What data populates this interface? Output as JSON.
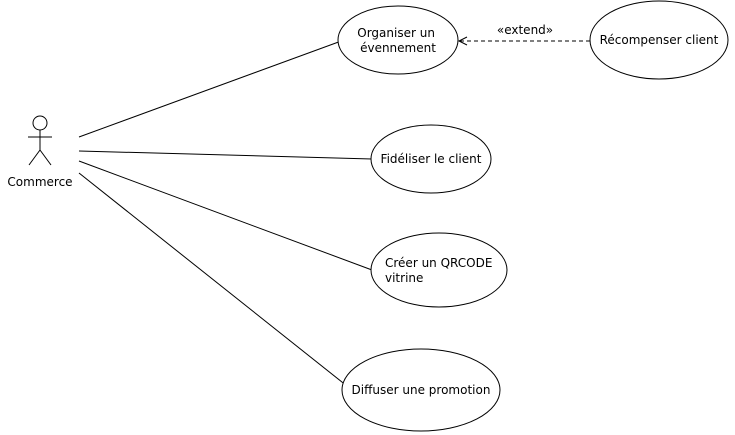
{
  "diagram": {
    "type": "uml-use-case",
    "actor": {
      "name": "Commerce"
    },
    "use_cases": [
      {
        "id": "uc1",
        "label": "Organiser un évennement",
        "lines": [
          "Organiser un",
          "évennement"
        ]
      },
      {
        "id": "uc2",
        "label": "Récompenser client",
        "lines": [
          "Récompenser client"
        ]
      },
      {
        "id": "uc3",
        "label": "Fidéliser le client",
        "lines": [
          "Fidéliser le client"
        ]
      },
      {
        "id": "uc4",
        "label": "Créer un QRCODE vitrine",
        "lines": [
          "Créer un QRCODE",
          "vitrine"
        ]
      },
      {
        "id": "uc5",
        "label": "Diffuser une promotion",
        "lines": [
          "Diffuser une promotion"
        ]
      }
    ],
    "relationships": [
      {
        "type": "association",
        "from": "actor",
        "to": "uc1"
      },
      {
        "type": "association",
        "from": "actor",
        "to": "uc3"
      },
      {
        "type": "association",
        "from": "actor",
        "to": "uc4"
      },
      {
        "type": "association",
        "from": "actor",
        "to": "uc5"
      },
      {
        "type": "extend",
        "from": "uc2",
        "to": "uc1",
        "label": "«extend»"
      }
    ]
  }
}
